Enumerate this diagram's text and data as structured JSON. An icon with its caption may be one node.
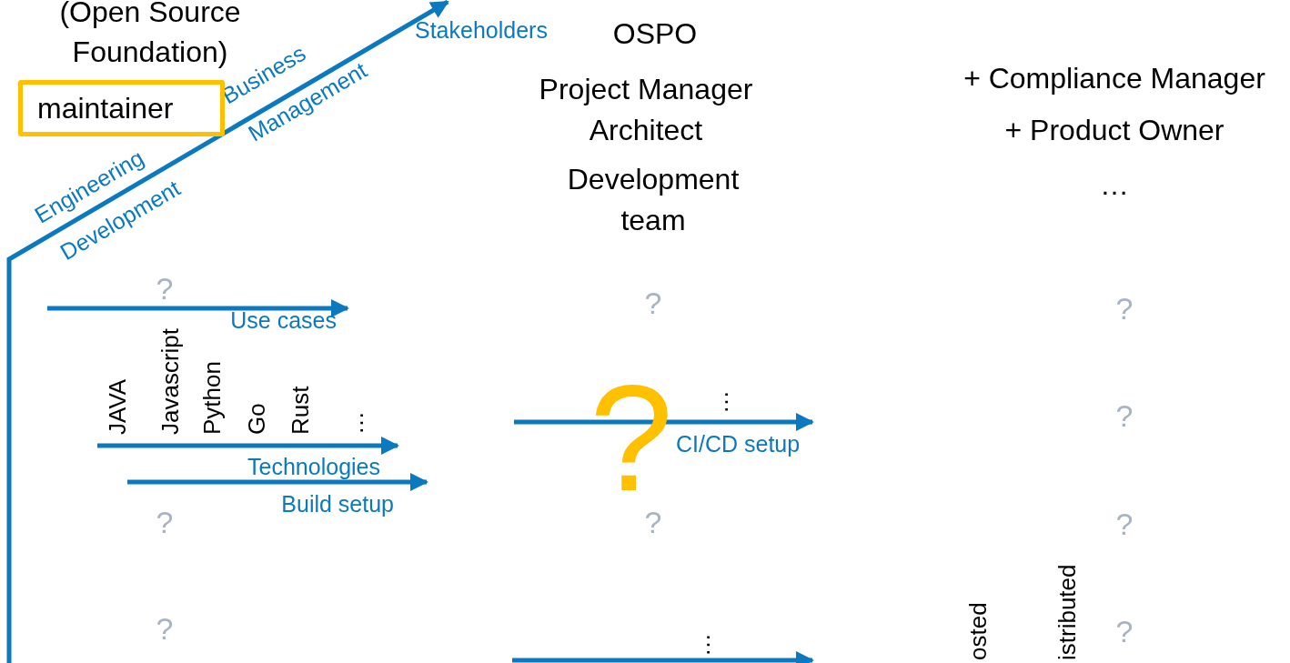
{
  "diagram": {
    "nodes": [
      {
        "text": [
          "maintainer"
        ]
      }
    ],
    "labels": [
      "(Open Source Foundation)",
      "Stakeholders",
      "OSPO",
      "Business",
      "+ Compliance Manager",
      "Project Manager",
      "Management",
      "Architect",
      "+ Product Owner",
      "Engineering",
      "Development team",
      "…",
      "Development",
      "?",
      "?",
      "?",
      "Use cases",
      "JAVA",
      "Javascript",
      "Python",
      "Go",
      "Rust",
      "…",
      "…",
      "?",
      "CI/CD setup",
      "Technologies",
      "Build setup",
      "?",
      "?",
      "?",
      "…",
      "osted",
      "istributed",
      "?",
      "?",
      "?"
    ]
  }
}
